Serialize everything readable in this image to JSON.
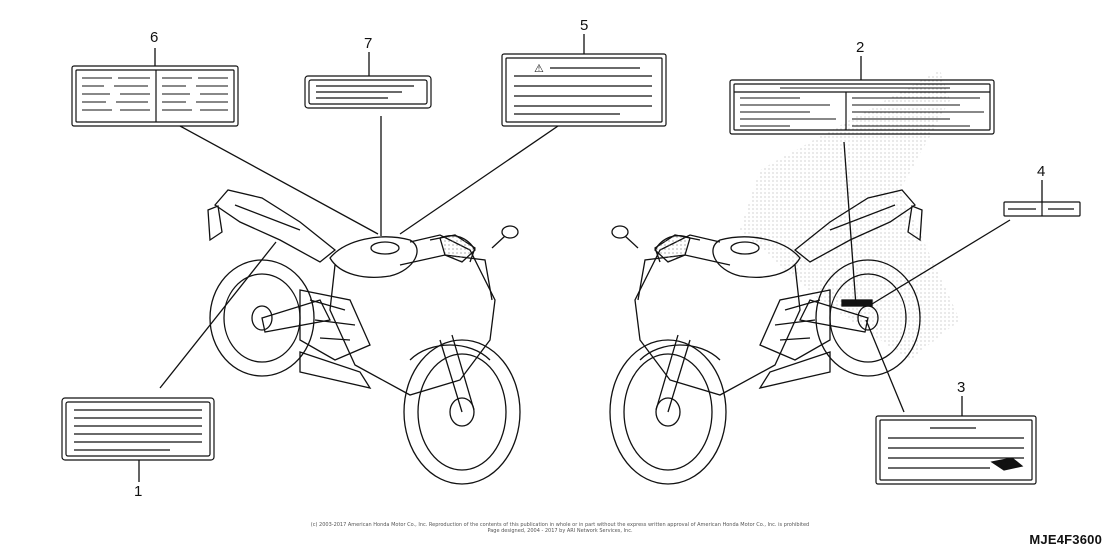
{
  "callouts": [
    "1",
    "2",
    "3",
    "4",
    "5",
    "6",
    "7"
  ],
  "copyright_line1": "(c) 2003-2017 American Honda Motor Co., Inc. Reproduction of the contents of this publication in whole or in part without the express written approval of American Honda Motor Co., Inc. is prohibited",
  "copyright_line2": "Page designed, 2004 - 2017 by ARI Network Services, Inc.",
  "diagram_code": "MJE4F3600",
  "warning_symbol": "⚠"
}
